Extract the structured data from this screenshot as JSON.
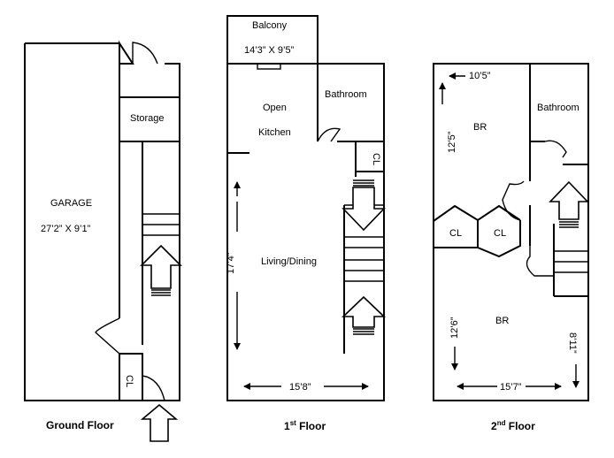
{
  "ground_floor": {
    "title": "Ground Floor",
    "garage_label": "GARAGE",
    "garage_dims": "27’2” X 9’1”",
    "storage_label": "Storage",
    "closet_label": "CL"
  },
  "first_floor": {
    "title_main": "1",
    "title_sup": "st",
    "title_rest": " Floor",
    "balcony_label": "Balcony",
    "balcony_dims": "14’3” X 9’5”",
    "open_label": "Open",
    "kitchen_label": "Kitchen",
    "bathroom_label": "Bathroom",
    "closet_label": "CL",
    "living_label": "Living/Dining",
    "dim_vertical": "17’4”",
    "dim_horizontal": "15’8”"
  },
  "second_floor": {
    "title_main": "2",
    "title_sup": "nd",
    "title_rest": " Floor",
    "br_top_label": "BR",
    "bathroom_label": "Bathroom",
    "closet_left_label": "CL",
    "closet_right_label": "CL",
    "br_bottom_label": "BR",
    "dim_top_width": "10’5”",
    "dim_top_height": "12’5”",
    "dim_bottom_height": "12’6”",
    "dim_bottom_width": "15’7”",
    "dim_bottom_right": "8’11”"
  },
  "colors": {
    "line": "#000000",
    "background": "#ffffff"
  }
}
